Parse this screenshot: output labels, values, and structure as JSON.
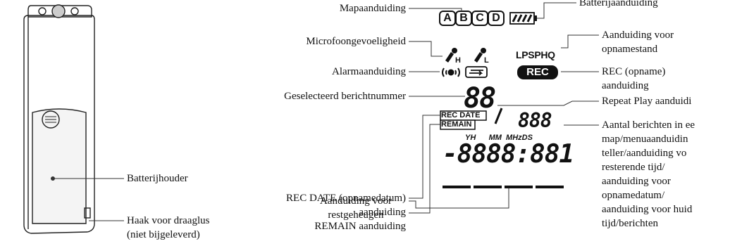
{
  "device": {
    "label": "Batterijhouder"
  },
  "hook": {
    "line1": "Haak voor draaglus",
    "line2": "(niet bijgeleverd)"
  },
  "left_labels": {
    "map": "Mapaanduiding",
    "mic": "Microfoongevoeligheid",
    "alarm": "Alarmaanduiding",
    "msgnum": "Geselecteerd berichtnummer",
    "recdate_1": "REC DATE (opnamedatum)",
    "recdate_2": "aanduiding",
    "remain": "REMAIN aanduiding",
    "mem_1": "Aanduiding voor",
    "mem_2": "restgeheugen"
  },
  "right_labels": {
    "battery": "Batterijaanduiding",
    "mode_1": "Aanduiding voor",
    "mode_2": "opnamestand",
    "rec_1": "REC (opname)",
    "rec_2": "aanduiding",
    "repeat": "Repeat Play aanduidi",
    "count_1": "Aantal berichten in ee",
    "count_2": "map/menuaanduidin",
    "count_3": "teller/aanduiding vo",
    "count_4": "resterende tijd/",
    "count_5": "aanduiding voor",
    "count_6": "opnamedatum/",
    "count_7": "aanduiding voor huid",
    "count_8": "tijd/berichten"
  },
  "lcd": {
    "folders": [
      "A",
      "B",
      "C",
      "D"
    ],
    "mic_h": "H",
    "mic_l": "L",
    "modes": "LPSPHQ",
    "rec": "REC",
    "msg_digits": "88",
    "count_digits": "888",
    "rec_date": "REC DATE",
    "remain": "REMAIN",
    "time_labels": "YH      MM  MHzDS",
    "time_digits": "-8888:881"
  }
}
